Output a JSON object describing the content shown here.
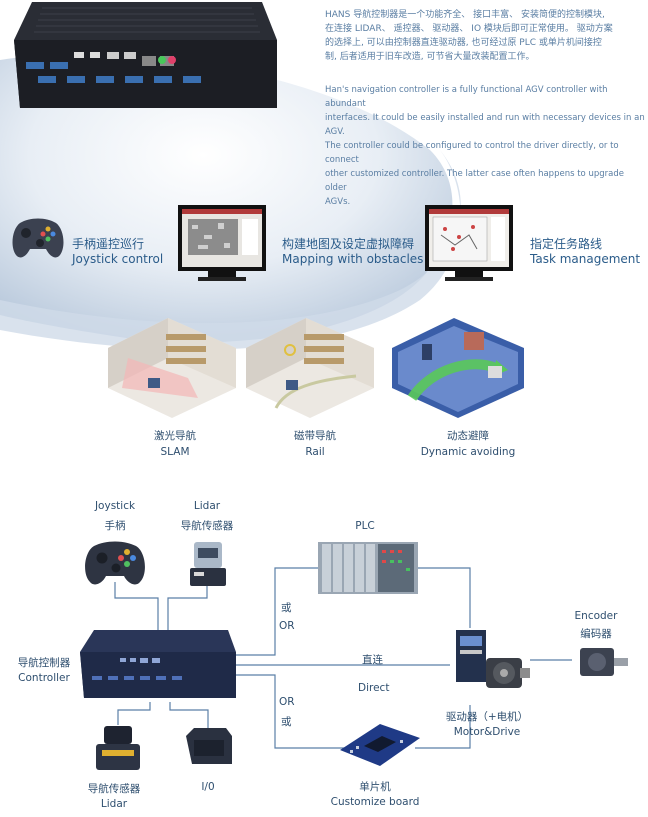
{
  "intro": {
    "cn_lines": [
      "HANS 导航控制器是一个功能齐全、 接口丰富、 安装简便的控制模块,",
      "在连接 LIDAR、 遥控器、 驱动器、 IO 模块后即可正常使用。 驱动方案",
      "的选择上,  可以由控制器直连驱动器,  也可经过原 PLC 或单片机间接控",
      "制,  后者适用于旧车改造,  可节省大量改装配置工作。"
    ],
    "en_lines": [
      "Han's navigation controller is a fully functional AGV controller with abundant",
      "interfaces. It could be easily installed and run with necessary devices in an AGV.",
      "The controller could be configured to control the driver directly, or to connect",
      "other customized controller. The latter case often happens to upgrade older",
      "AGVs."
    ]
  },
  "features": [
    {
      "cn": "手柄遥控巡行",
      "en": "Joystick control"
    },
    {
      "cn": "构建地图及设定虚拟障碍",
      "en": "Mapping with obstacles"
    },
    {
      "cn": "指定任务路线",
      "en": "Task management"
    }
  ],
  "nav_modes": [
    {
      "cn": "激光导航",
      "en": "SLAM"
    },
    {
      "cn": "磁带导航",
      "en": "Rail"
    },
    {
      "cn": "动态避障",
      "en": "Dynamic avoiding"
    }
  ],
  "diagram": {
    "joystick": {
      "en": "Joystick",
      "cn": "手柄"
    },
    "lidar_top": {
      "en": "Lidar",
      "cn": "导航传感器"
    },
    "plc": {
      "en": "PLC"
    },
    "or_top": {
      "cn": "或",
      "en": "OR"
    },
    "controller": {
      "cn": "导航控制器",
      "en": "Controller"
    },
    "direct": {
      "cn": "直连",
      "en": "Direct"
    },
    "or_bottom": {
      "en": "OR",
      "cn": "或"
    },
    "encoder": {
      "en": "Encoder",
      "cn": "编码器"
    },
    "motor": {
      "cn": "驱动器（+电机）",
      "en": "Motor&Drive"
    },
    "lidar_bottom": {
      "cn": "导航传感器",
      "en": "Lidar"
    },
    "io": {
      "en": "I/0"
    },
    "board": {
      "cn": "单片机",
      "en": "Customize board"
    }
  }
}
